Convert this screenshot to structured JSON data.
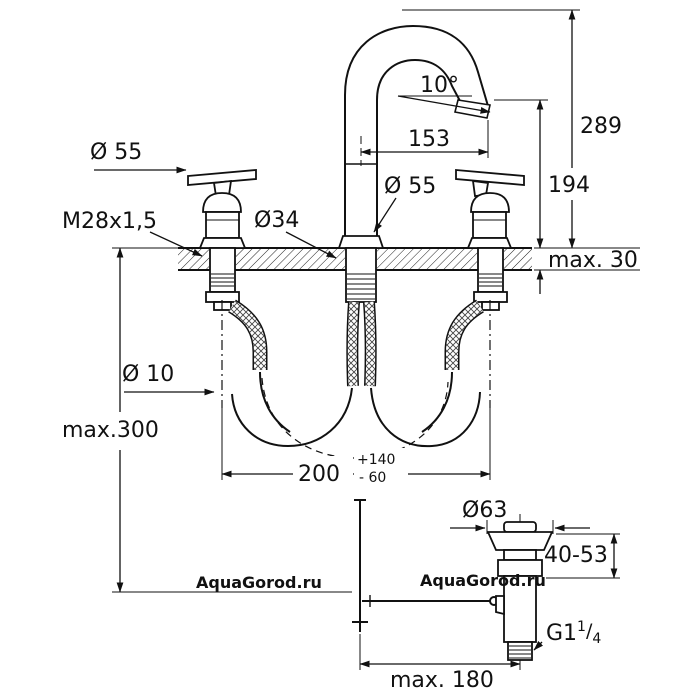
{
  "watermark": {
    "text": "AquaGorod.ru",
    "color": "#3a6db5"
  },
  "labels": {
    "dia55_left": "Ø 55",
    "thread_m28": "M28x1,5",
    "dia34": "Ø34",
    "dia55_spout": "Ø 55",
    "spout_reach": "153",
    "spout_angle": "10°",
    "height_289": "289",
    "height_194": "194",
    "deck_max30": "max. 30",
    "dia10": "Ø 10",
    "depth_max300": "max.300",
    "spacing_200": "200",
    "tol_plus": "+140",
    "tol_minus": "- 60",
    "dia63": "Ø63",
    "range_40_53": "40-53",
    "g_thread_main": "G1",
    "g_thread_sup": "1",
    "g_thread_slash": "/",
    "g_thread_sub": "4",
    "length_max180": "max. 180"
  }
}
